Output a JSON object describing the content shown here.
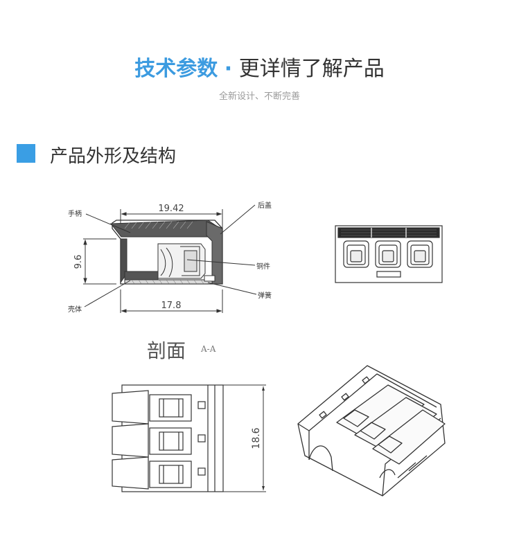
{
  "header": {
    "title_accent": "技术参数",
    "title_dot": "·",
    "title_rest": "更详情了解产品",
    "subtitle": "全新设计、不断完善"
  },
  "section": {
    "heading": "产品外形及结构"
  },
  "side_view": {
    "dim_length_top": "19.42",
    "dim_height": "9.6",
    "dim_length_bottom": "17.8",
    "label_handle": "手柄",
    "label_rear_cover": "后盖",
    "label_copper": "铜件",
    "label_housing": "壳体",
    "label_spring": "弹簧"
  },
  "section_view": {
    "caption": "剖面",
    "caption_sub": "A-A"
  },
  "top_view": {
    "dim_width": "18.6"
  },
  "colors": {
    "accent": "#3c9be0",
    "square": "#3a9ee4",
    "line": "#333333"
  }
}
